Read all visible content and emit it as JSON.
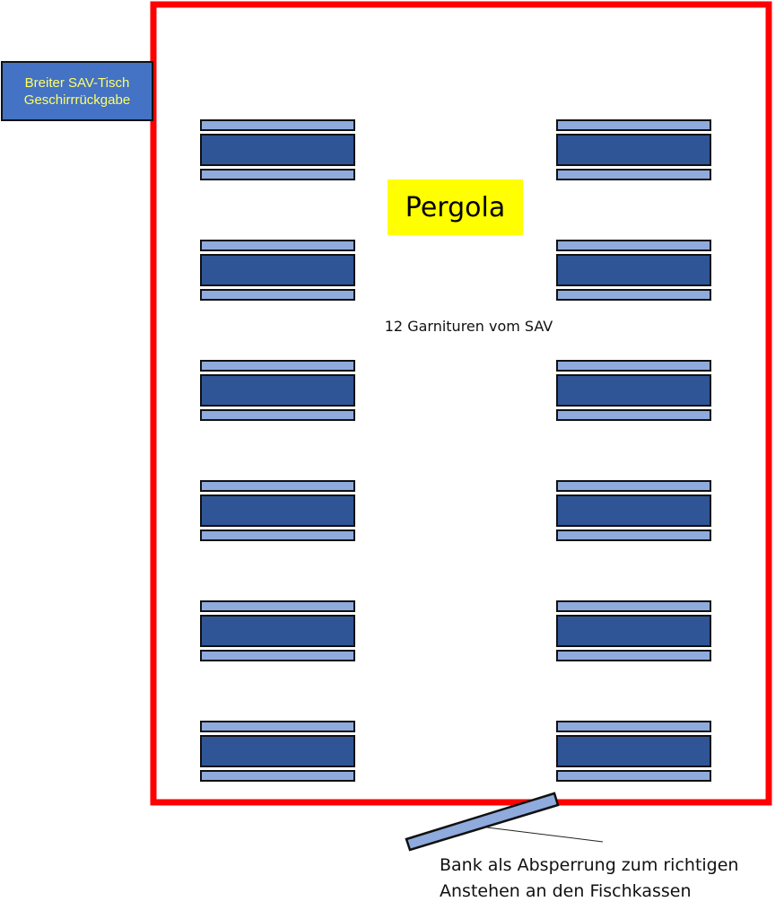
{
  "sav_table": {
    "line1": "Breiter SAV-Tisch",
    "line2": "Geschirrrückgabe"
  },
  "pergola": {
    "label": "Pergola"
  },
  "garnituren": {
    "label": "12 Garnituren vom SAV",
    "rows": 6,
    "columns": 2
  },
  "bank_note": {
    "line1": "Bank als Absperrung zum richtigen",
    "line2": "Anstehen an den Fischkassen"
  },
  "colors": {
    "boundary": "#ff0000",
    "table": "#2f5597",
    "bench": "#8faadc",
    "sav_box": "#4472c4",
    "sav_text": "#ffff66",
    "pergola_bg": "#ffff00"
  }
}
